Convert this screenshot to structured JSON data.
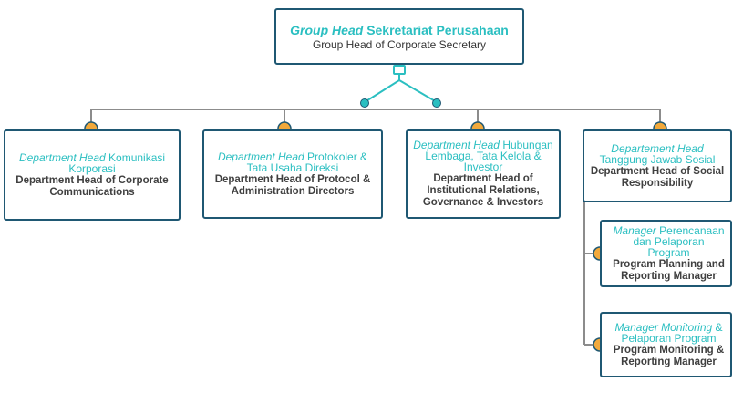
{
  "root": {
    "title_italic": "Group Head",
    "title_rest": "Sekretariat Perusahaan",
    "subtitle": "Group Head of Corporate Secretary"
  },
  "departments": [
    {
      "title_italic": "Department Head",
      "title_rest": "Komunikasi Korporasi",
      "subtitle": "Department Head of Corporate Communications"
    },
    {
      "title_italic": "Department Head",
      "title_rest": "Protokoler & Tata Usaha Direksi",
      "subtitle": "Department Head of Protocol & Administration Directors"
    },
    {
      "title_italic": "Department Head",
      "title_rest": "Hubungan Lembaga, Tata Kelola & Investor",
      "subtitle": "Department Head of Institutional Relations, Governance & Investors"
    },
    {
      "title_italic": "Departement Head",
      "title_rest": "Tanggung Jawab Sosial",
      "subtitle": "Department Head of Social Responsibility"
    }
  ],
  "managers": [
    {
      "title_italic": "Manager",
      "title_rest": "Perencanaan dan Pelaporan Program",
      "subtitle": "Program Planning and Reporting Manager"
    },
    {
      "title_italic": "Manager Monitoring",
      "title_rest": "& Pelaporan Program",
      "subtitle": "Program Monitoring & Reporting Manager"
    }
  ],
  "colors": {
    "box_border": "#1f5873",
    "title_accent": "#2bbfc1",
    "subtitle_text": "#404040",
    "connector_line": "#8c8c8c",
    "node_fill": "#f2a93b",
    "node_border": "#1f5873",
    "hub_connector": "#2bbfc1"
  }
}
